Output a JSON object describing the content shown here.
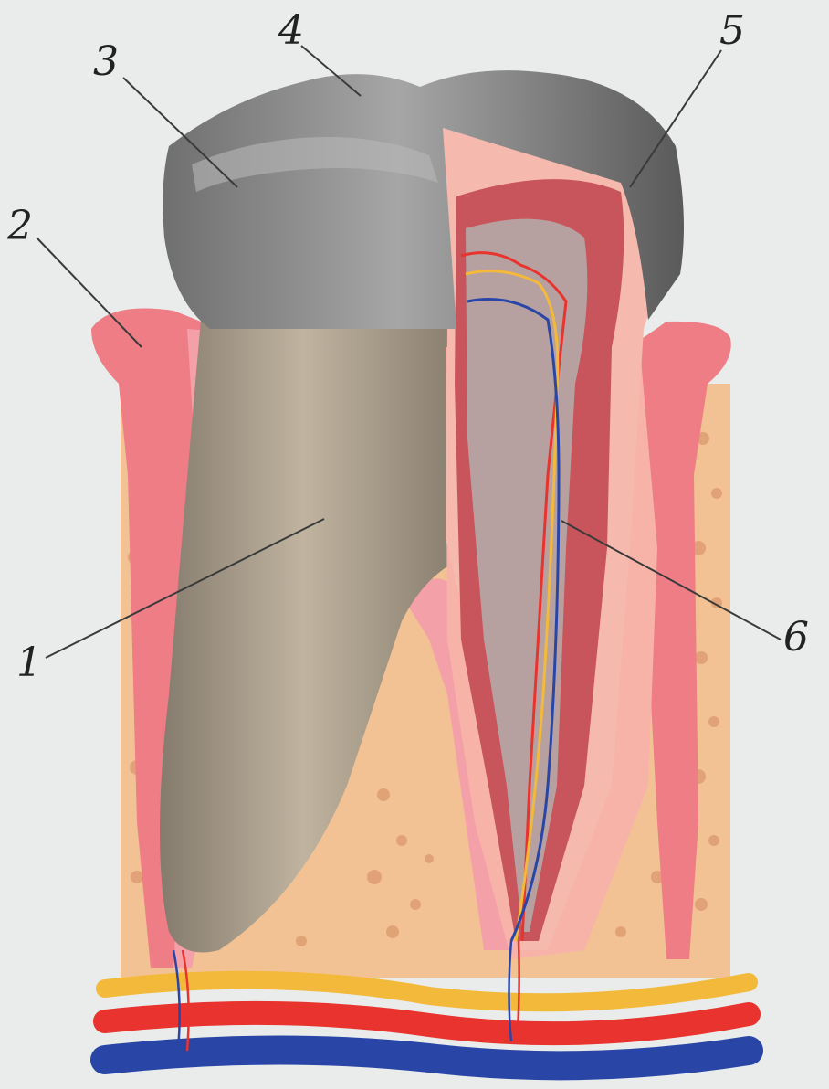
{
  "labels": [
    {
      "id": "1",
      "text": "1"
    },
    {
      "id": "2",
      "text": "2"
    },
    {
      "id": "3",
      "text": "3"
    },
    {
      "id": "4",
      "text": "4"
    },
    {
      "id": "5",
      "text": "5"
    },
    {
      "id": "6",
      "text": "6"
    }
  ],
  "colors": {
    "background": "#e9ecea",
    "bone": "#f2c294",
    "bone_pores": "#d9956a",
    "gum": "#ee7d86",
    "periodontium": "#f4a0a8",
    "root_cementum": "#b7aa97",
    "enamel": "#8d8d8d",
    "dentin": "#f5b9ae",
    "pulp_outer": "#c8555c",
    "pulp_inner": "#b7a1a0",
    "artery": "#e8332e",
    "vein": "#2946a6",
    "nerve": "#f3b93a"
  }
}
